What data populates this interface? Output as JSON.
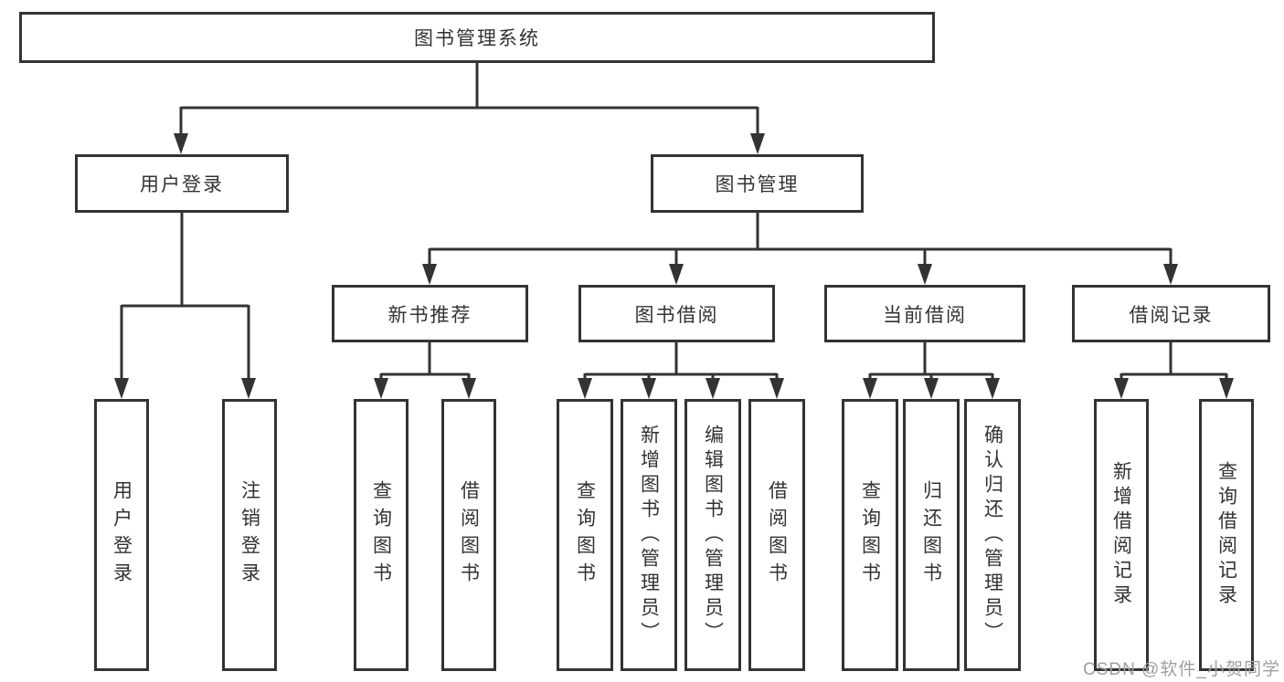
{
  "diagram_title": "图书管理系统",
  "tree": {
    "root": {
      "label": "图书管理系统"
    },
    "children": [
      {
        "label": "用户登录",
        "children": [
          {
            "label": "用户登录"
          },
          {
            "label": "注销登录"
          }
        ]
      },
      {
        "label": "图书管理",
        "children": [
          {
            "label": "新书推荐",
            "children": [
              {
                "label": "查询图书"
              },
              {
                "label": "借阅图书"
              }
            ]
          },
          {
            "label": "图书借阅",
            "children": [
              {
                "label": "查询图书"
              },
              {
                "label": "新增图书（管理员）"
              },
              {
                "label": "编辑图书（管理员）"
              },
              {
                "label": "借阅图书"
              }
            ]
          },
          {
            "label": "当前借阅",
            "children": [
              {
                "label": "查询图书"
              },
              {
                "label": "归还图书"
              },
              {
                "label": "确认归还（管理员）"
              }
            ]
          },
          {
            "label": "借阅记录",
            "children": [
              {
                "label": "新增借阅记录"
              },
              {
                "label": "查询借阅记录"
              }
            ]
          }
        ]
      }
    ]
  },
  "watermark": "CSDN @软件_小贺同学",
  "colors": {
    "line": "#333333",
    "box_border": "#333333",
    "text": "#333333",
    "background": "#ffffff",
    "watermark": "#9e9e9e"
  }
}
